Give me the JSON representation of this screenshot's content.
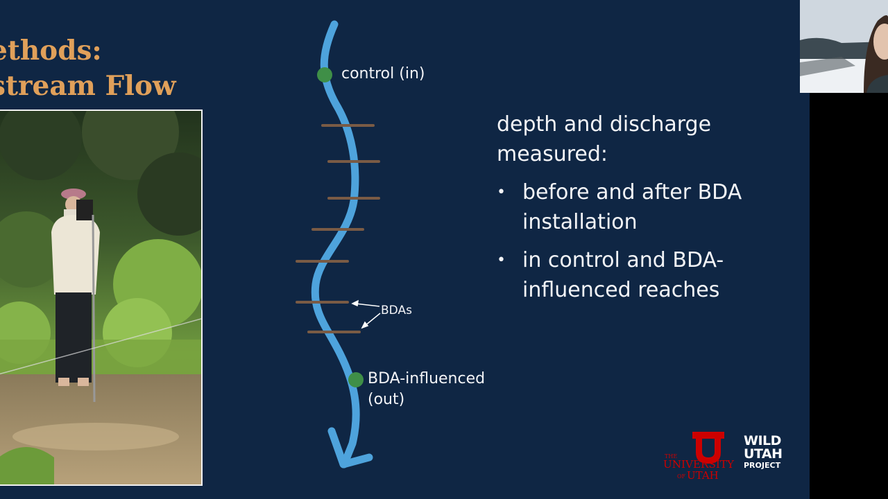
{
  "slide": {
    "title_line1": "ethods:",
    "title_line2": "stream Flow",
    "diagram": {
      "control_label": "control (in)",
      "bdas_label": "BDAs",
      "influenced_label_line1": "BDA-influenced",
      "influenced_label_line2": "(out)"
    },
    "text": {
      "intro": "depth and discharge measured:",
      "bullets": [
        "before and after BDA installation",
        "in control and BDA-influenced reaches"
      ]
    },
    "logos": {
      "university": {
        "the": "THE",
        "name": "UNIVERSITY",
        "of": "OF",
        "utah": "UTAH"
      },
      "wild_utah": {
        "line1": "WILD",
        "line2": "UTAH",
        "line3": "PROJECT"
      }
    }
  },
  "colors": {
    "background": "#0f2644",
    "title": "#e0a05a",
    "stream": "#4ea3dc",
    "bda_bars": "#7a5b45",
    "site_marker": "#3f8f47",
    "utah_red": "#cc0000"
  }
}
